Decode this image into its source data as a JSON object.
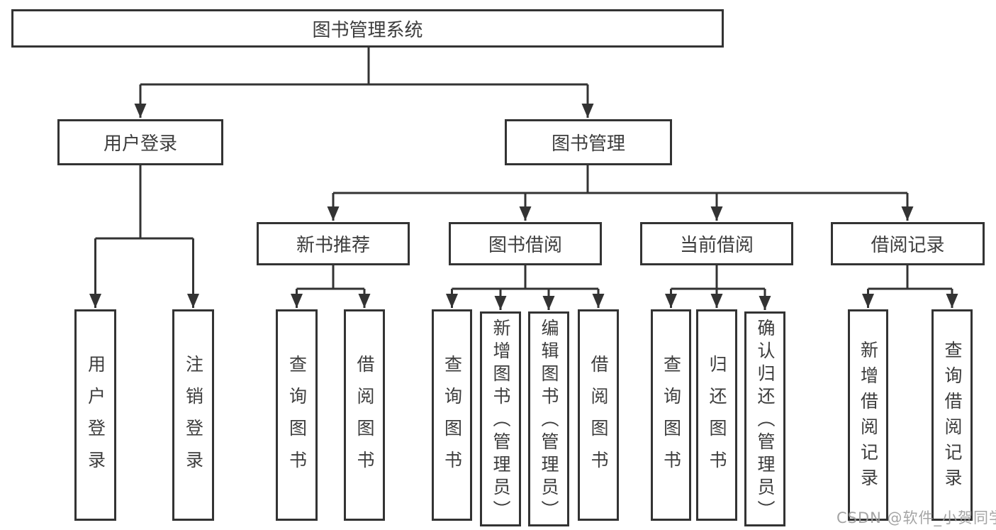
{
  "title": "图书管理系统",
  "colors": {
    "line": "#333333",
    "node_text": "#3d3d3d",
    "watermark_gray": "#9d9d9d",
    "background": "#ffffff"
  },
  "tree": {
    "root": {
      "label": "图书管理系统"
    },
    "branches": [
      {
        "label": "用户登录",
        "children": [
          {
            "label": "用户登录"
          },
          {
            "label": "注销登录"
          }
        ]
      },
      {
        "label": "图书管理",
        "children": [
          {
            "label": "新书推荐",
            "children": [
              {
                "label": "查询图书"
              },
              {
                "label": "借阅图书"
              }
            ]
          },
          {
            "label": "图书借阅",
            "children": [
              {
                "label": "查询图书"
              },
              {
                "label": "新增图书（管理员）"
              },
              {
                "label": "编辑图书（管理员）"
              },
              {
                "label": "借阅图书"
              }
            ]
          },
          {
            "label": "当前借阅",
            "children": [
              {
                "label": "查询图书"
              },
              {
                "label": "归还图书"
              },
              {
                "label": "确认归还（管理员）"
              }
            ]
          },
          {
            "label": "借阅记录",
            "children": [
              {
                "label": "新增借阅记录"
              },
              {
                "label": "查询借阅记录"
              }
            ]
          }
        ]
      }
    ]
  },
  "watermark": {
    "text": "CSDN @软件_小贺同学"
  }
}
